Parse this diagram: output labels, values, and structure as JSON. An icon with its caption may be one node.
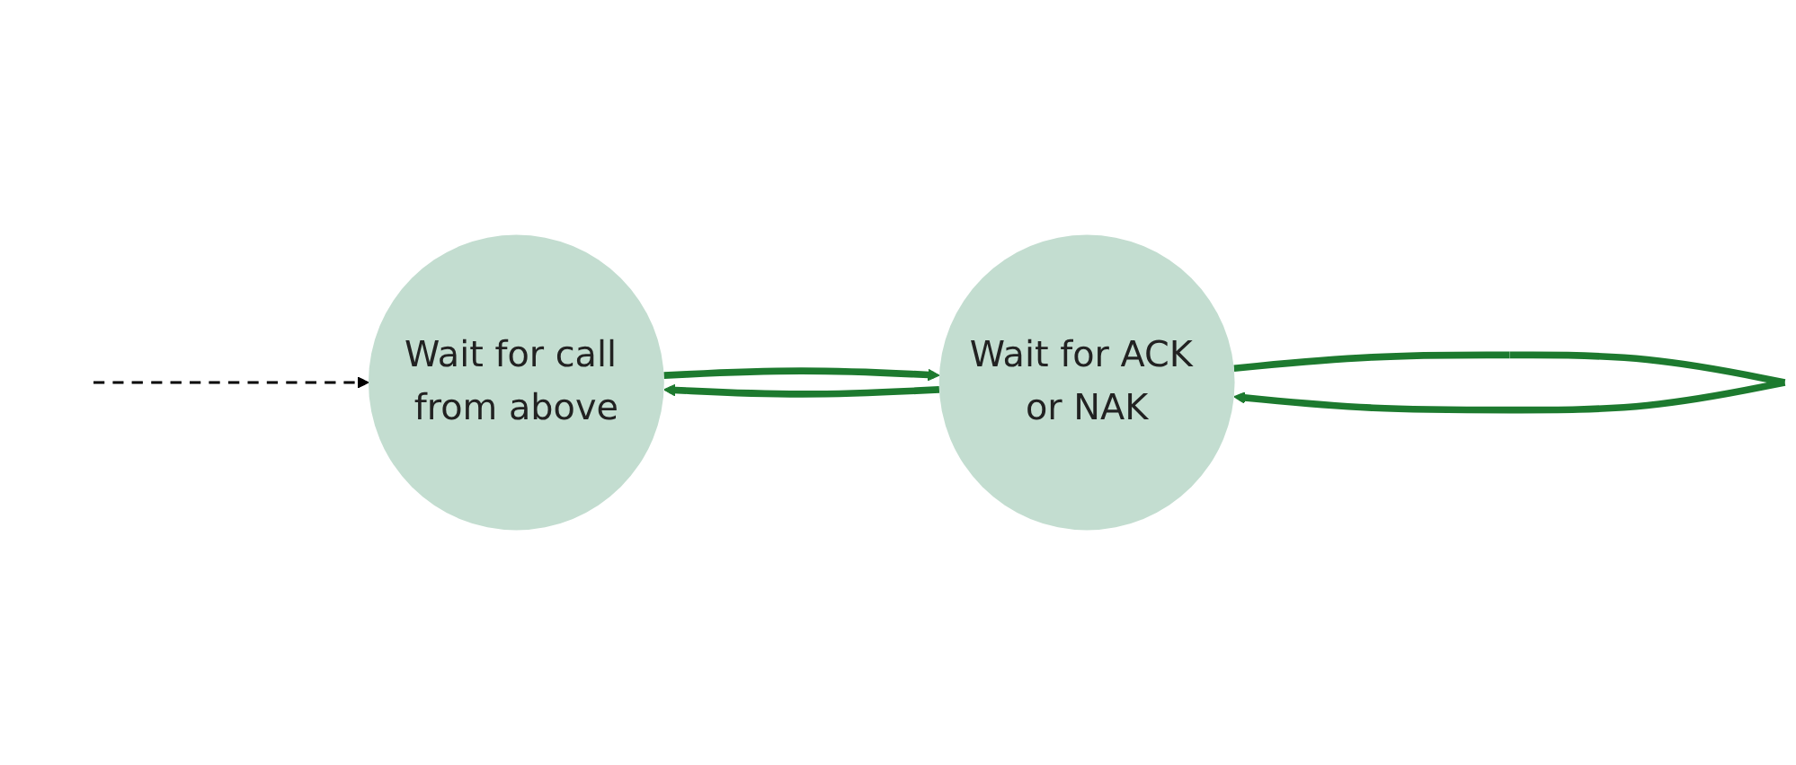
{
  "diagram": {
    "nodes": [
      {
        "text": [
          "Wait for call from above"
        ]
      },
      {
        "text": [
          "Wait for ACK or NAK"
        ]
      }
    ],
    "edges": [
      {
        "from": null,
        "to": 0,
        "arrow": "to",
        "style": "dashed",
        "color": "#000000"
      },
      {
        "from": 0,
        "to": 1,
        "arrow": "to"
      },
      {
        "from": 1,
        "to": 1,
        "arrow": "to"
      },
      {
        "from": 1,
        "to": 0,
        "arrow": "to"
      }
    ]
  }
}
